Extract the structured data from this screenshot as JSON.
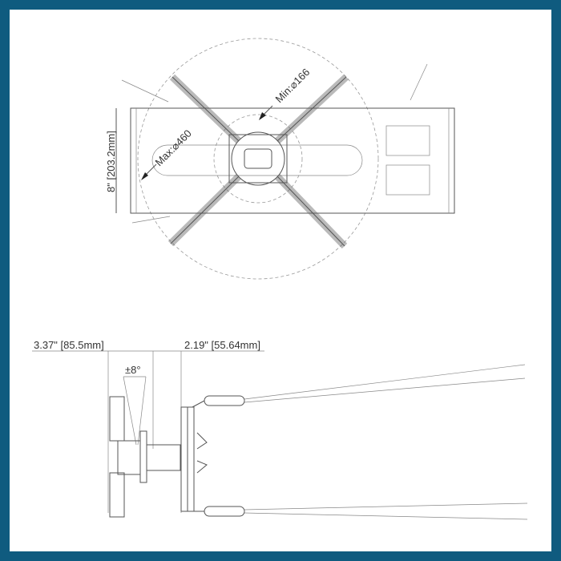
{
  "top_view": {
    "height_label": "8\" [203.2mm]",
    "max_label": "Max:⌀460",
    "min_label": "Min:⌀166"
  },
  "side_view": {
    "depth_label_1": "3.37\" [85.5mm]",
    "depth_label_2": "2.19\" [55.64mm]",
    "tilt_label": "±8°"
  },
  "colors": {
    "frame": "#0f5b7f",
    "line": "#555555"
  }
}
